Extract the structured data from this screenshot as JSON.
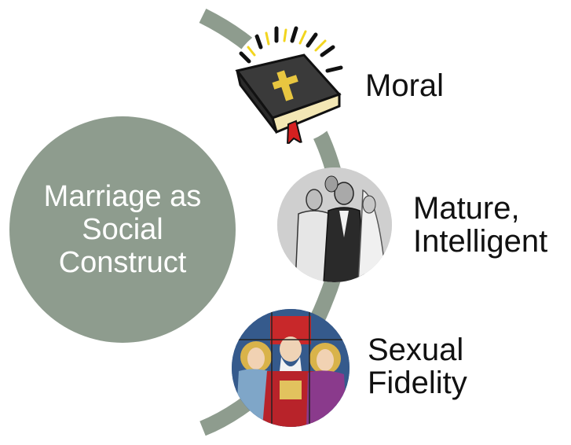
{
  "center": {
    "label": "Marriage as Social Construct"
  },
  "nodes": [
    {
      "label_line1": "Moral",
      "label_line2": "",
      "icon": "bible-icon"
    },
    {
      "label_line1": "Mature,",
      "label_line2": "Intelligent",
      "icon": "wedding-engraving-icon"
    },
    {
      "label_line1": "Sexual",
      "label_line2": "Fidelity",
      "icon": "stained-glass-wedding-icon"
    }
  ],
  "colors": {
    "arc": "#8e9c8e",
    "center": "#8e9c8e",
    "text": "#111111"
  }
}
